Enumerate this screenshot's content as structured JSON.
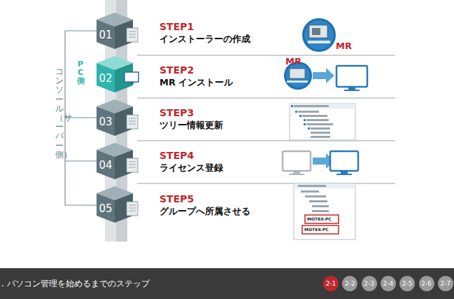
{
  "diagram": {
    "caption": ". パソコン管理を始めるまでのステップ",
    "nodes": [
      {
        "text": [
          "01"
        ]
      },
      {
        "text": [
          "02"
        ]
      },
      {
        "text": [
          "03"
        ]
      },
      {
        "text": [
          "04"
        ]
      },
      {
        "text": [
          "05"
        ]
      },
      {
        "text": [
          "2-1"
        ]
      },
      {
        "text": [
          "2-2"
        ]
      },
      {
        "text": [
          "2-3"
        ]
      },
      {
        "text": [
          "2-4"
        ]
      },
      {
        "text": [
          "2-5"
        ]
      },
      {
        "text": [
          "2-6"
        ]
      },
      {
        "text": [
          "2-7"
        ]
      }
    ],
    "labels": [
      "コンソール（サーバー側）",
      "PC側",
      "STEP1",
      "インストーラーの作成",
      "STEP2",
      "MR インストール",
      "STEP3",
      "ツリー情報更新",
      "STEP4",
      "ライセンス登録",
      "STEP5",
      "グループへ所属させる",
      "MR",
      "MR",
      "MOTEX-PC",
      "MOTEX-PC"
    ]
  }
}
